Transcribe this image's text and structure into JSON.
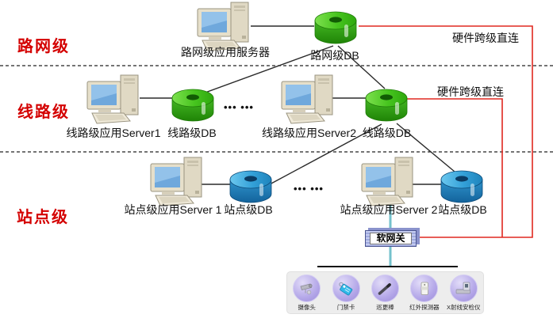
{
  "diagram": {
    "levels": [
      {
        "id": "road-network",
        "label": "路网级"
      },
      {
        "id": "line-level",
        "label": "线路级"
      },
      {
        "id": "station-level",
        "label": "站点级"
      }
    ],
    "nodes": [
      {
        "id": "road-app-server",
        "type": "computer",
        "label": "路网级应用服务器"
      },
      {
        "id": "road-db",
        "type": "db-green",
        "label": "路网级DB"
      },
      {
        "id": "line-app-server-1",
        "type": "computer",
        "label": "线路级应用Server1"
      },
      {
        "id": "line-db-1",
        "type": "db-green",
        "label": "线路级DB"
      },
      {
        "id": "line-app-server-2",
        "type": "computer",
        "label": "线路级应用Server2"
      },
      {
        "id": "line-db-2",
        "type": "db-green",
        "label": "线路级DB"
      },
      {
        "id": "station-app-server-1",
        "type": "computer",
        "label": "站点级应用Server 1"
      },
      {
        "id": "station-db-1",
        "type": "db-blue",
        "label": "站点级DB"
      },
      {
        "id": "station-app-server-2",
        "type": "computer",
        "label": "站点级应用Server 2"
      },
      {
        "id": "station-db-2",
        "type": "db-blue",
        "label": "站点级DB"
      }
    ],
    "gateway": {
      "label": "软网关"
    },
    "annotations": {
      "hw_direct_link_top": "硬件跨级直连",
      "hw_direct_link_mid": "硬件跨级直连",
      "ellipsis_line_level": "••• •••",
      "ellipsis_station_level": "••• •••"
    },
    "devices": [
      {
        "id": "camera",
        "label": "摄像头"
      },
      {
        "id": "access-card",
        "label": "门禁卡"
      },
      {
        "id": "patrol-baton",
        "label": "巡更棒"
      },
      {
        "id": "infrared-detector",
        "label": "红外探测器"
      },
      {
        "id": "xray-scanner",
        "label": "X射线安检仪"
      }
    ],
    "colors": {
      "level_label": "#d40000",
      "cross_link_line": "#e02820",
      "gateway_link_line": "#74c2cc",
      "connection_line": "#2a2a2a",
      "db_green": "#3cb818",
      "db_blue": "#2e96d2",
      "device_circle": "#b3a6e8",
      "gateway_box": "#a8b2e0"
    }
  }
}
